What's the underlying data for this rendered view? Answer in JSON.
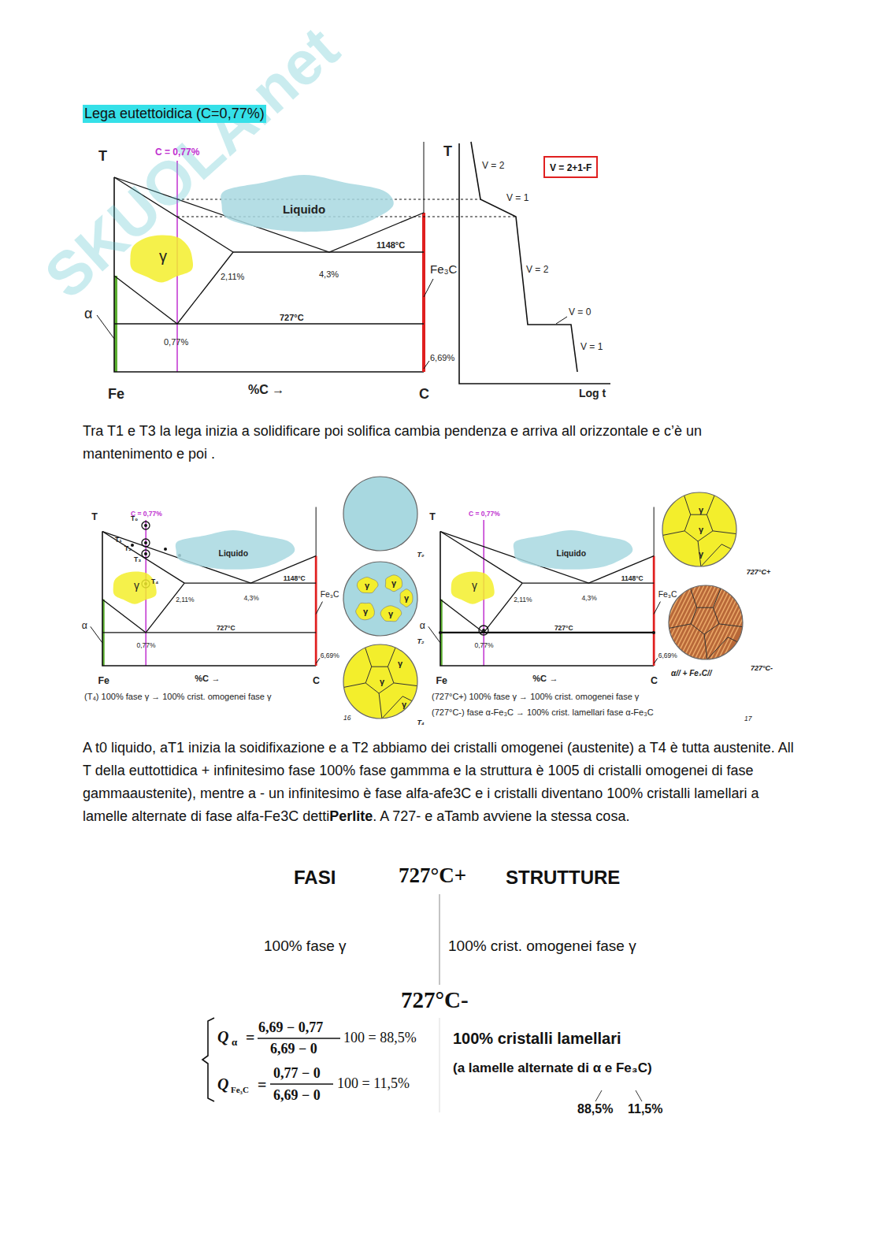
{
  "diagram": {
    "title": "Lega eutettoidica (C=0,77%)",
    "nodes": [
      {
        "text": [
          "V = 2+1-F"
        ]
      },
      {
        "text": [
          "Liquido"
        ]
      },
      {
        "text": [
          "γ"
        ]
      },
      {
        "text": [
          "Liquido"
        ]
      },
      {
        "text": [
          "γ"
        ]
      },
      {
        "text": [
          "Liquido"
        ]
      },
      {
        "text": [
          "γ"
        ]
      },
      {
        "text": [
          "T₀"
        ]
      },
      {
        "text": [
          "γ",
          "γ",
          "γ",
          "γ",
          "γ",
          "T₂"
        ]
      },
      {
        "text": [
          "γ",
          "γ",
          "γ",
          "T₄"
        ]
      },
      {
        "text": [
          "γ",
          "γ",
          "γ",
          "727°C+"
        ]
      },
      {
        "text": [
          "727°C-"
        ]
      }
    ],
    "labels": [
      "SKUOLA.net",
      "T",
      "C = 0,77%",
      "2,11%",
      "4,3%",
      "1148°C",
      "727°C",
      "0,77%",
      "Fe₃C",
      "α",
      "6,69%",
      "Fe",
      "%C →",
      "C",
      "T",
      "V = 2",
      "V = 1",
      "V = 2",
      "V = 0",
      "V = 1",
      "Log t",
      "Tra T1 e T3 la lega inizia a solidificare poi solifica cambia pendenza e arriva all orizzontale e c’è un mantenimento e poi .",
      "T",
      "C = 0,77%",
      "2,11%",
      "4,3%",
      "1148°C",
      "727°C",
      "0,77%",
      "Fe₃C",
      "α",
      "6,69%",
      "Fe",
      "%C →",
      "C",
      "T₀",
      "T₁",
      "T₂",
      "T₃",
      "T₄",
      "(T₄) 100% fase γ → 100% crist. omogenei fase γ",
      "16",
      "T",
      "C = 0,77%",
      "2,11%",
      "4,3%",
      "1148°C",
      "727°C",
      "0,77%",
      "Fe₃C",
      "α",
      "6,69%",
      "Fe",
      "%C →",
      "C",
      "α// + Fe₃C//",
      "(727°C+) 100% fase γ → 100% crist. omogenei fase γ",
      "(727°C-) fase α-Fe₃C → 100% crist. lamellari fase α-Fe₃C",
      "17",
      "A t0 liquido, aT1 inizia la soidifixazione e a T2 abbiamo dei cristalli omogenei (austenite) a T4 è tutta austenite. All T della euttottidica + infinitesimo fase 100% fase gammma e la struttura è 1005 di cristalli omogenei di fase gammaaustenite), mentre a - un infinitesimo è fase alfa-afe3C e i cristalli diventano 100% cristalli lamellari a lamelle alternate di fase alfa-Fe3C detti",
      "Perlite",
      ". A 727- e aTamb avviene la stessa cosa.",
      "FASI",
      "727°C+",
      "STRUTTURE",
      "100% fase γ",
      "100% crist. omogenei fase γ",
      "727°C-",
      "Q",
      "α",
      "=",
      "6,69 − 0,77",
      "6,69 − 0",
      "100 = 88,5%",
      "Q",
      "Fe₃C",
      "=",
      "0,77 − 0",
      "6,69 − 0",
      "100 = 11,5%",
      "100% cristalli lamellari",
      "(a lamelle alternate di α e Fe₃C)",
      "88,5%",
      "11,5%"
    ]
  }
}
